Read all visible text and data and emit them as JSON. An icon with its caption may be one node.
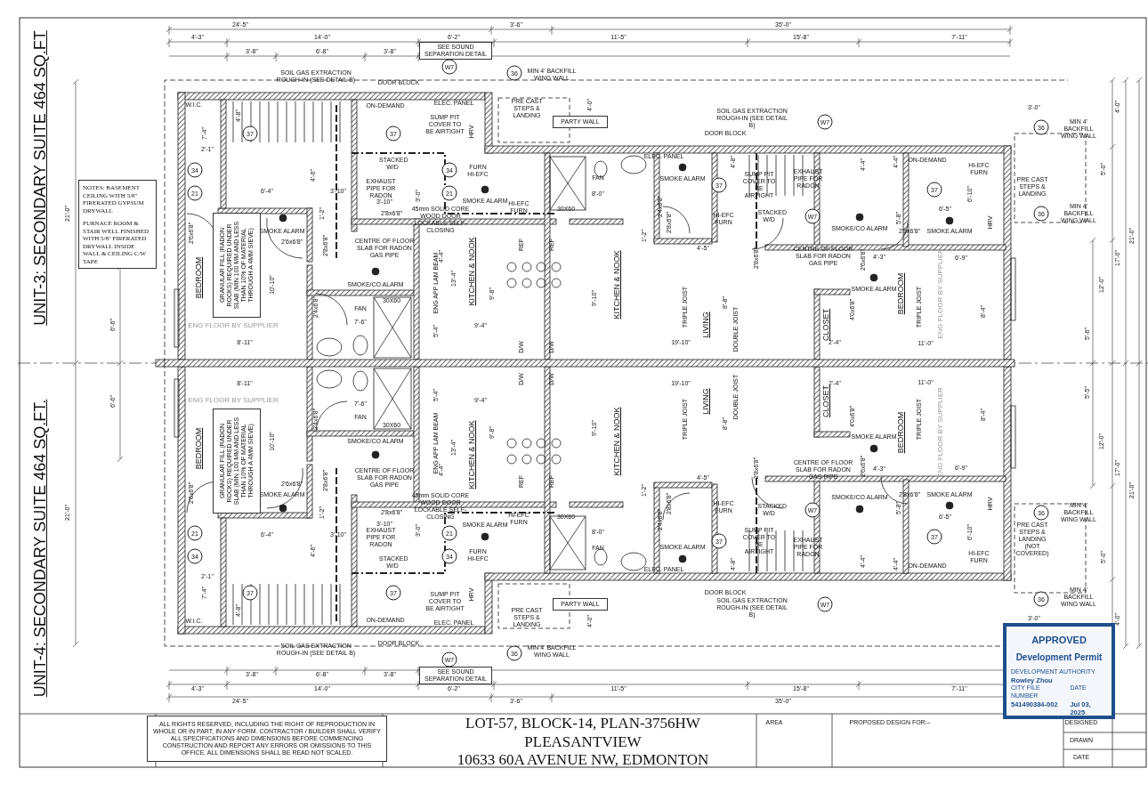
{
  "diagram": {
    "nodes": [
      {
        "text": [
          "NOTES: BASEMENT CEILING WITH 5/8\" FIRERATED GYPSUM DRYWALL",
          "FURNACE ROOM & STAIR WELL FINISHED WITH 5/8\" FIRERATED DRYWALL INSIDE WALL & CEILING C/W TAPE"
        ]
      },
      {
        "text": [
          "SEE SOUND SEPARATION DETAIL"
        ]
      },
      {
        "text": [
          "PARTY WALL"
        ]
      },
      {
        "text": [
          "GRANULAR FILL (RADON ROCKS) REQUIRED UNDER SLAB (MIN 100 MM AND LESS THAN 10% OF MATERIAL THROUGH A 4MM SIEVE)"
        ]
      },
      {
        "text": [
          "W7"
        ]
      },
      {
        "text": [
          "36"
        ]
      },
      {
        "text": [
          "37"
        ]
      },
      {
        "text": [
          "37"
        ]
      },
      {
        "text": [
          "34"
        ]
      },
      {
        "text": [
          "34"
        ]
      },
      {
        "text": [
          "21"
        ]
      },
      {
        "text": [
          "21"
        ]
      },
      {
        "text": [
          "37"
        ]
      },
      {
        "text": [
          "W7"
        ]
      },
      {
        "text": [
          "W7"
        ]
      },
      {
        "text": [
          "37"
        ]
      },
      {
        "text": [
          "36"
        ]
      },
      {
        "text": [
          "36"
        ]
      },
      {
        "text": [
          "GRANULAR FILL (RADON ROCKS) REQUIRED UNDER SLAB (MIN 100 MM AND LESS THAN 10% OF MATERIAL THROUGH A 4MM SIEVE)"
        ]
      },
      {
        "text": [
          "SEE SOUND SEPARATION DETAIL"
        ]
      },
      {
        "text": [
          "PARTY WALL"
        ]
      },
      {
        "text": [
          "W7"
        ]
      },
      {
        "text": [
          "36"
        ]
      },
      {
        "text": [
          "37"
        ]
      },
      {
        "text": [
          "37"
        ]
      },
      {
        "text": [
          "34"
        ]
      },
      {
        "text": [
          "34"
        ]
      },
      {
        "text": [
          "21"
        ]
      },
      {
        "text": [
          "21"
        ]
      },
      {
        "text": [
          "37"
        ]
      },
      {
        "text": [
          "W7"
        ]
      },
      {
        "text": [
          "W7"
        ]
      },
      {
        "text": [
          "37"
        ]
      },
      {
        "text": [
          "36"
        ]
      },
      {
        "text": [
          "36"
        ]
      },
      {
        "text": [
          "ALL RIGHTS RESERVED, INCLUDING THE RIGHT OF REPRODUCTION IN WHOLE OR IN PART, IN ANY FORM. CONTRACTOR / BUILDER SHALL VERIFY ALL SPECIFICATIONS AND DIMENSIONS BEFORE COMMENCING CONSTRUCTION AND REPORT ANY ERRORS OR OMISSIONS TO THIS OFFICE. ALL DIMENSIONS SHALL BE READ NOT SCALED."
        ]
      },
      {
        "text": [
          "APPROVED",
          "Development Permit",
          "DEVELOPMENT AUTHORITY",
          "Rowley Zhou",
          "CITY FILE NUMBER",
          "DATE",
          "541490384-002",
          "Jul 03, 2025"
        ]
      }
    ],
    "labels": [
      "24'-5\"",
      "3'-6\"",
      "35'-0\"",
      "4'-3\"",
      "14'-0\"",
      "6'-2\"",
      "11'-5\"",
      "15'-8\"",
      "7'-11\"",
      "3'-8\"",
      "6'-8\"",
      "3'-8\"",
      "SOIL GAS EXTRACTION ROUGH-IN (SEE DETAIL B)",
      "DOOR BLOCK",
      "MIN 4' BACKFILL WING WALL",
      "PRE CAST STEPS & LANDING",
      "4'-0\"",
      "W.I.C.",
      "7'-4\"",
      "4'-8\"",
      "2'-1\"",
      "ON-DEMAND",
      "ELEC. PANEL",
      "SUMP PIT COVER TO BE AIRTIGHT",
      "HRV",
      "STACKED W/D",
      "FURN HI-EFC",
      "6'-4\"",
      "4'-6\"",
      "3'-10\"",
      "EXHAUST PIPE FOR RADON",
      "3'-10\"",
      "SMOKE ALARM",
      "45mm SOLID CORE WOOD DOOR LOCKABLE SELF-CLOSING",
      "HI-EFC FURN",
      "2'8x6'8\"",
      "3'-0\"",
      "2'6x6'8\"",
      "SMOKE ALARM",
      "1'-2\"",
      "2'6x6'8\"",
      "2'8x6'8\"",
      "CENTRE OF FLOOR SLAB FOR RADON GAS PIPE",
      "BEDROOM",
      "10'-10\"",
      "SMOKE/CO ALARM",
      "ENG APP LAM BEAM",
      "4'-4\"",
      "13'-4\"",
      "KITCHEN & NOOK",
      "9'-8\"",
      "REF",
      "REF",
      "2'4x6'8\"",
      "ENG FLOOR BY SUPPLIER",
      "FAN",
      "30X60",
      "7'-6\"",
      "5'-4\"",
      "9'-4\"",
      "8'-11\"",
      "D/W",
      "D/W",
      "UNIT-3: SECONDARY SUITE 464 SQ.FT",
      "21'-0\"",
      "6'-6\"",
      "30X60",
      "FAN",
      "8'-0\"",
      "ELEC. PANEL",
      "SMOKE ALARM",
      "SOIL GAS EXTRACTION ROUGH-IN (SEE DETAIL B)",
      "DOOR BLOCK",
      "4'-8\"",
      "SUMP PIT COVER TO BE AIRTIGHT",
      "EXHAUST PIPE FOR RADON",
      "4'-4\"",
      "4'-4\"",
      "HI-EFC FURN",
      "STACKED W/D",
      "SMOKE/CO ALARM",
      "2'4x6'8\"",
      "1'-2\"",
      "2'8x6'8\"",
      "4'-5\"",
      "2'8x6'8\"",
      "CENTRE OF FLOOR SLAB FOR RADON GAS PIPE",
      "2'6x6'8\"",
      "4'-3\"",
      "SMOKE ALARM",
      "5'-8\"",
      "ON-DEMAND",
      "HI-EFC FURN",
      "6'-10\"",
      "6'-5\"",
      "2'8x6'8\"",
      "SMOKE ALARM",
      "HRV",
      "6'-9\"",
      "KITCHEN & NOOK",
      "9'-10\"",
      "TRIPLE JOIST",
      "LIVING",
      "8'-8\"",
      "DOUBLE JOIST",
      "19'-10\"",
      "CLOSET",
      "4'0x6'8\"",
      "2'-4\"",
      "BEDROOM",
      "TRIPLE JOIST",
      "ENG FLOOR BY SUPPLIER",
      "8'-4\"",
      "11'-0\"",
      "3'-0\"",
      "MIN 4' BACKFILL WING WALL",
      "PRE CAST STEPS & LANDING",
      "MIN 4' BACKFILL WING WALL",
      "4'-0\"",
      "5'-0\"",
      "21'-0\"",
      "17'-0\"",
      "12'-0\"",
      "5'-6\"",
      "24'-5\"",
      "3'-6\"",
      "35'-0\"",
      "4'-3\"",
      "14'-0\"",
      "6'-2\"",
      "11'-5\"",
      "15'-8\"",
      "7'-11\"",
      "3'-8\"",
      "6'-8\"",
      "3'-8\"",
      "SOIL GAS EXTRACTION ROUGH-IN (SEE DETAIL B)",
      "DOOR BLOCK",
      "MIN 4' BACKFILL WING WALL",
      "PRE CAST STEPS & LANDING",
      "4'-0\"",
      "W.I.C.",
      "7'-4\"",
      "4'-8\"",
      "2'-1\"",
      "ON-DEMAND",
      "ELEC. PANEL",
      "SUMP PIT COVER TO BE AIRTIGHT",
      "HRV",
      "STACKED W/D",
      "FURN HI-EFC",
      "6'-4\"",
      "4'-6\"",
      "3'-10\"",
      "EXHAUST PIPE FOR RADON",
      "3'-10\"",
      "SMOKE ALARM",
      "45mm SOLID CORE WOOD DOOR LOCKABLE SELF-CLOSING",
      "HI-EFC FURN",
      "2'8x6'8\"",
      "3'-0\"",
      "2'6x6'8\"",
      "SMOKE ALARM",
      "1'-2\"",
      "2'6x6'8\"",
      "2'8x6'8\"",
      "CENTRE OF FLOOR SLAB FOR RADON GAS PIPE",
      "BEDROOM",
      "10'-10\"",
      "SMOKE/CO ALARM",
      "ENG APP LAM BEAM",
      "4'-4\"",
      "13'-4\"",
      "KITCHEN & NOOK",
      "9'-8\"",
      "REF",
      "REF",
      "2'4x6'8\"",
      "ENG FLOOR BY SUPPLIER",
      "FAN",
      "30X60",
      "7'-6\"",
      "5'-4\"",
      "9'-4\"",
      "8'-11\"",
      "D/W",
      "D/W",
      "UNIT-4: SECONDARY SUITE 464 SQ.FT.",
      "21'-0\"",
      "6'-6\"",
      "30X60",
      "FAN",
      "8'-0\"",
      "ELEC. PANEL",
      "SMOKE ALARM",
      "SOIL GAS EXTRACTION ROUGH-IN (SEE DETAIL B)",
      "DOOR BLOCK",
      "4'-8\"",
      "SUMP PIT COVER TO BE AIRTIGHT",
      "EXHAUST PIPE FOR RADON",
      "4'-4\"",
      "4'-4\"",
      "HI-EFC FURN",
      "STACKED W/D",
      "SMOKE/CO ALARM",
      "2'4x6'8\"",
      "1'-2\"",
      "2'8x6'8\"",
      "4'-5\"",
      "2'8x6'8\"",
      "CENTRE OF FLOOR SLAB FOR RADON GAS PIPE",
      "2'6x6'8\"",
      "4'-3\"",
      "SMOKE ALARM",
      "5'-8\"",
      "ON-DEMAND",
      "HI-EFC FURN",
      "6'-10\"",
      "6'-5\"",
      "2'8x6'8\"",
      "SMOKE ALARM",
      "HRV",
      "6'-9\"",
      "KITCHEN & NOOK",
      "9'-10\"",
      "TRIPLE JOIST",
      "LIVING",
      "8'-8\"",
      "DOUBLE JOIST",
      "19'-10\"",
      "CLOSET",
      "4'0x6'8\"",
      "2'-4\"",
      "BEDROOM",
      "TRIPLE JOIST",
      "ENG FLOOR BY SUPPLIER",
      "8'-4\"",
      "11'-0\"",
      "3'-0\"",
      "MIN 4' BACKFILL WING WALL",
      "PRE CAST STEPS & LANDING (NOT COVERED)",
      "MIN 4' BACKFILL WING WALL",
      "4'-0\"",
      "5'-0\"",
      "21'-0\"",
      "17'-0\"",
      "12'-0\"",
      "5'-5\"",
      "LOT-57, BLOCK-14, PLAN-3756HW",
      "PLEASANTVIEW",
      "10633 60A AVENUE NW, EDMONTON",
      "AREA",
      "PROPOSED DESIGN FOR:–",
      "DESIGNED",
      "DRAWN",
      "DATE"
    ]
  }
}
